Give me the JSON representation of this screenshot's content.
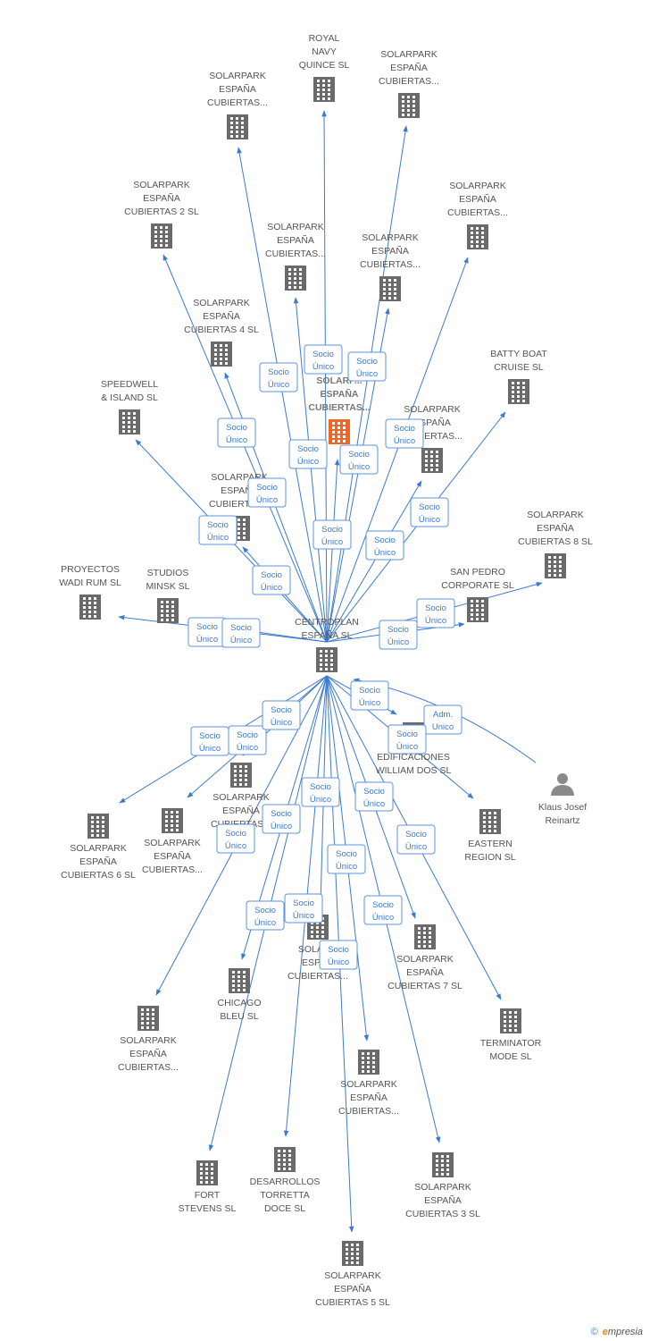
{
  "colors": {
    "edge": "#3d7bd0",
    "company_icon": "#6a6a6a",
    "focus_icon": "#f26522",
    "person_icon": "#8a8a8a",
    "label_box_border": "#5b94dc",
    "label_text": "#3d7bd0"
  },
  "hub": {
    "id": "centroplan",
    "lines": [
      "CENTROPLAN",
      "ESPAÑA SL"
    ],
    "icon": "building-icon"
  },
  "nodes": [
    {
      "id": "royal_navy",
      "lines": [
        "ROYAL",
        "NAVY",
        "QUINCE SL"
      ],
      "icon": "building-icon"
    },
    {
      "id": "sp_top_left",
      "lines": [
        "SOLARPARK",
        "ESPAÑA",
        "CUBIERTAS..."
      ],
      "icon": "building-icon"
    },
    {
      "id": "sp_top_right",
      "lines": [
        "SOLARPARK",
        "ESPAÑA",
        "CUBIERTAS..."
      ],
      "icon": "building-icon"
    },
    {
      "id": "sp_2",
      "lines": [
        "SOLARPARK",
        "ESPAÑA",
        "CUBIERTAS 2 SL"
      ],
      "icon": "building-icon"
    },
    {
      "id": "sp_mid_a",
      "lines": [
        "SOLARPARK",
        "ESPAÑA",
        "CUBIERTAS..."
      ],
      "icon": "building-icon"
    },
    {
      "id": "sp_mid_b",
      "lines": [
        "SOLARPARK",
        "ESPAÑA",
        "CUBIERTAS..."
      ],
      "icon": "building-icon"
    },
    {
      "id": "sp_right_a",
      "lines": [
        "SOLARPARK",
        "ESPAÑA",
        "CUBIERTAS..."
      ],
      "icon": "building-icon"
    },
    {
      "id": "sp_4",
      "lines": [
        "SOLARPARK",
        "ESPAÑA",
        "CUBIERTAS 4 SL"
      ],
      "icon": "building-icon"
    },
    {
      "id": "focus",
      "lines": [
        "SOLARP...",
        "ESPAÑA",
        "CUBIERTAS..."
      ],
      "icon": "building-icon",
      "focus": true
    },
    {
      "id": "batty_boat",
      "lines": [
        "BATTY BOAT",
        "CRUISE SL"
      ],
      "icon": "building-icon"
    },
    {
      "id": "speedwell",
      "lines": [
        "SPEEDWELL",
        "& ISLAND SL"
      ],
      "icon": "building-icon"
    },
    {
      "id": "sp_right_b",
      "lines": [
        "SOLARPARK",
        "ESPAÑA",
        "CUBIERTAS..."
      ],
      "icon": "building-icon"
    },
    {
      "id": "sp_left_mid",
      "lines": [
        "SOLARPARK",
        "ESPAÑA",
        "CUBIERTAS..."
      ],
      "icon": "building-icon"
    },
    {
      "id": "sp_8",
      "lines": [
        "SOLARPARK",
        "ESPAÑA",
        "CUBIERTAS 8 SL"
      ],
      "icon": "building-icon"
    },
    {
      "id": "proyectos",
      "lines": [
        "PROYECTOS",
        "WADI RUM SL"
      ],
      "icon": "building-icon"
    },
    {
      "id": "studios",
      "lines": [
        "STUDIOS",
        "MINSK SL"
      ],
      "icon": "building-icon"
    },
    {
      "id": "san_pedro",
      "lines": [
        "SAN PEDRO",
        "CORPORATE SL"
      ],
      "icon": "building-icon"
    },
    {
      "id": "edificaciones",
      "lines": [
        "EDIFICACIONES",
        "WILLIAM DOS SL"
      ],
      "icon": "building-icon"
    },
    {
      "id": "klaus",
      "lines": [
        "Klaus Josef",
        "Reinartz"
      ],
      "icon": "person-icon"
    },
    {
      "id": "sp_1",
      "lines": [
        "SOLARPARK",
        "ESPAÑA",
        "CUBIERTAS 1"
      ],
      "icon": "building-icon"
    },
    {
      "id": "sp_6",
      "lines": [
        "SOLARPARK",
        "ESPAÑA",
        "CUBIERTAS 6 SL"
      ],
      "icon": "building-icon"
    },
    {
      "id": "sp_low_a",
      "lines": [
        "SOLARPARK",
        "ESPAÑA",
        "CUBIERTAS..."
      ],
      "icon": "building-icon"
    },
    {
      "id": "eastern",
      "lines": [
        "EASTERN",
        "REGION SL"
      ],
      "icon": "building-icon"
    },
    {
      "id": "sp_low_mid",
      "lines": [
        "SOLAR...",
        "ESPA...",
        "CUBIERTAS..."
      ],
      "icon": "building-icon"
    },
    {
      "id": "sp_7",
      "lines": [
        "SOLARPARK",
        "ESPAÑA",
        "CUBIERTAS 7 SL"
      ],
      "icon": "building-icon"
    },
    {
      "id": "chicago",
      "lines": [
        "CHICAGO",
        "BLEU SL"
      ],
      "icon": "building-icon"
    },
    {
      "id": "sp_low_left",
      "lines": [
        "SOLARPARK",
        "ESPAÑA",
        "CUBIERTAS..."
      ],
      "icon": "building-icon"
    },
    {
      "id": "terminator",
      "lines": [
        "TERMINATOR",
        "MODE SL"
      ],
      "icon": "building-icon"
    },
    {
      "id": "sp_low_center",
      "lines": [
        "SOLARPARK",
        "ESPAÑA",
        "CUBIERTAS..."
      ],
      "icon": "building-icon"
    },
    {
      "id": "fort_stevens",
      "lines": [
        "FORT",
        "STEVENS SL"
      ],
      "icon": "building-icon"
    },
    {
      "id": "desarrollos",
      "lines": [
        "DESARROLLOS",
        "TORRETTA",
        "DOCE SL"
      ],
      "icon": "building-icon"
    },
    {
      "id": "sp_3",
      "lines": [
        "SOLARPARK",
        "ESPAÑA",
        "CUBIERTAS 3 SL"
      ],
      "icon": "building-icon"
    },
    {
      "id": "sp_5",
      "lines": [
        "SOLARPARK",
        "ESPAÑA",
        "CUBIERTAS 5 SL"
      ],
      "icon": "building-icon"
    }
  ],
  "edges": [
    {
      "from": "centroplan",
      "to": "royal_navy",
      "label": [
        "Socio",
        "Único"
      ]
    },
    {
      "from": "centroplan",
      "to": "sp_top_left",
      "label": [
        "Socio",
        "Único"
      ]
    },
    {
      "from": "centroplan",
      "to": "sp_top_right",
      "label": [
        "Socio",
        "Único"
      ]
    },
    {
      "from": "centroplan",
      "to": "sp_2",
      "label": [
        "Socio",
        "Único"
      ]
    },
    {
      "from": "centroplan",
      "to": "sp_mid_a",
      "label": [
        "Socio",
        "Único"
      ]
    },
    {
      "from": "centroplan",
      "to": "sp_mid_b",
      "label": [
        "Socio",
        "Único"
      ]
    },
    {
      "from": "centroplan",
      "to": "sp_right_a",
      "label": [
        "Socio",
        "Único"
      ]
    },
    {
      "from": "centroplan",
      "to": "sp_4",
      "label": [
        "Socio",
        "Único"
      ]
    },
    {
      "from": "centroplan",
      "to": "focus",
      "label": [
        "Socio",
        "Único"
      ]
    },
    {
      "from": "centroplan",
      "to": "batty_boat",
      "label": [
        "Socio",
        "Único"
      ]
    },
    {
      "from": "centroplan",
      "to": "speedwell",
      "label": [
        "Socio",
        "Único"
      ]
    },
    {
      "from": "centroplan",
      "to": "sp_right_b",
      "label": [
        "Socio",
        "Único"
      ]
    },
    {
      "from": "centroplan",
      "to": "sp_left_mid",
      "label": [
        "Socio",
        "Único"
      ]
    },
    {
      "from": "centroplan",
      "to": "sp_8",
      "label": [
        "Socio",
        "Único"
      ]
    },
    {
      "from": "centroplan",
      "to": "proyectos",
      "label": [
        "Socio",
        "Único"
      ]
    },
    {
      "from": "centroplan",
      "to": "studios",
      "label": [
        "Socio",
        "Único"
      ]
    },
    {
      "from": "centroplan",
      "to": "san_pedro",
      "label": [
        "Socio",
        "Único"
      ]
    },
    {
      "from": "klaus",
      "to": "centroplan",
      "label": [
        "Adm.",
        "Unico"
      ]
    },
    {
      "from": "centroplan",
      "to": "edificaciones",
      "label": [
        "Socio",
        "Único"
      ]
    },
    {
      "from": "centroplan",
      "to": "sp_6",
      "label": [
        "Socio",
        "Único"
      ]
    },
    {
      "from": "centroplan",
      "to": "sp_low_a",
      "label": [
        "Socio",
        "Único"
      ]
    },
    {
      "from": "centroplan",
      "to": "eastern",
      "label": [
        "Socio",
        "Único"
      ]
    },
    {
      "from": "centroplan",
      "to": "sp_7",
      "label": [
        "Socio",
        "Único"
      ]
    },
    {
      "from": "centroplan",
      "to": "sp_low_left",
      "label": [
        "Socio",
        "Único"
      ]
    },
    {
      "from": "centroplan",
      "to": "terminator",
      "label": [
        "Socio",
        "Único"
      ]
    },
    {
      "from": "centroplan",
      "to": "chicago",
      "label": [
        "Socio",
        "Único"
      ]
    },
    {
      "from": "centroplan",
      "to": "sp_low_center",
      "label": [
        "Socio",
        "Único"
      ]
    },
    {
      "from": "centroplan",
      "to": "fort_stevens",
      "label": [
        "Socio",
        "Único"
      ]
    },
    {
      "from": "centroplan",
      "to": "desarrollos",
      "label": [
        "Socio",
        "Único"
      ]
    },
    {
      "from": "centroplan",
      "to": "sp_3",
      "label": [
        "Socio",
        "Único"
      ]
    },
    {
      "from": "centroplan",
      "to": "sp_5",
      "label": [
        "Socio",
        "Único"
      ]
    },
    {
      "from": "centroplan",
      "to": "sp_1",
      "label": [
        "Socio",
        "Único"
      ]
    },
    {
      "from": "centroplan",
      "to": "sp_low_mid",
      "label": [
        "Socio",
        "Único"
      ]
    }
  ],
  "footer": {
    "copyright": "©",
    "brand_initial": "e",
    "brand_rest": "mpresia"
  }
}
